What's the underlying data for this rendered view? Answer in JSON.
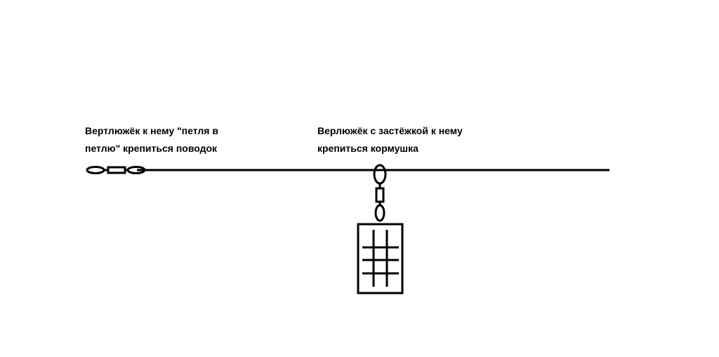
{
  "annotations": {
    "left_line1": "Вертлюжёк к нему \"петля в",
    "left_line2": "петлю\" крепиться поводок",
    "right_line1": "Верлюжёк с застёжкой к нему",
    "right_line2": "крепиться кормушка"
  },
  "icons": {
    "left_component": "swivel-icon",
    "right_component": "snap-swivel-icon",
    "feeder": "feeder-cage-icon"
  },
  "colors": {
    "ink": "#000000",
    "background": "#ffffff"
  }
}
